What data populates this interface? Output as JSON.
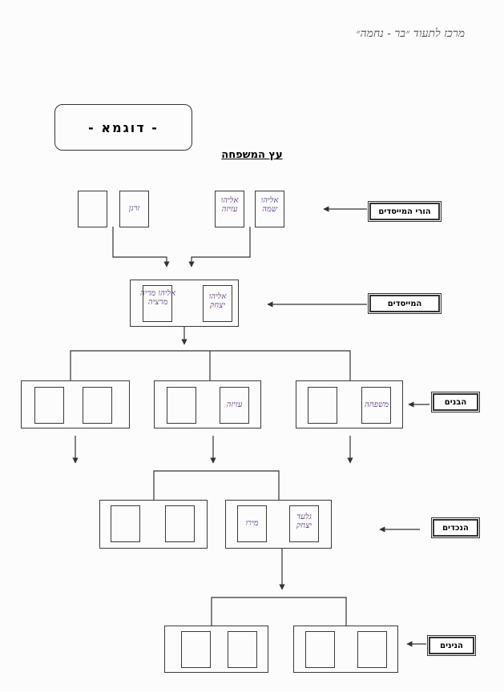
{
  "header_note": "מרכז לתעוד ״בר - נחמה״",
  "example_label": "- דוגמא -",
  "title": "עץ המשפחה",
  "labels": {
    "founders_parents": "הורי המייסדים",
    "founders": "המייסדים",
    "children": "הבנים",
    "grandchildren": "הנכדים",
    "great_grandchildren": "הנינים"
  },
  "names": {
    "gp1": "אליהו שמה",
    "gp2": "אליהו עזיזה",
    "gp3": "זרגן",
    "f1": "אליהו יצחק",
    "f2": "אליהו מריה מרציה",
    "c1": "משפחה",
    "c2": "עזיזה",
    "g1": "גלעד יצחק",
    "g2": "מירו"
  },
  "colors": {
    "ink": "#3a3a3a",
    "handwriting": "#5a3d7a"
  }
}
